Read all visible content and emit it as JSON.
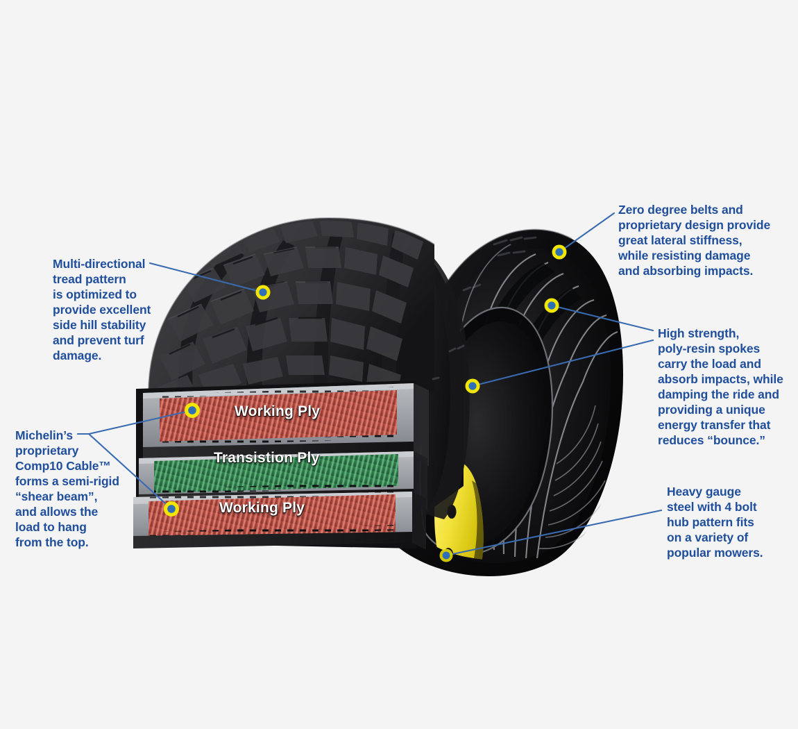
{
  "figure": {
    "subject": "Michelin Tweel airless radial tire cutaway",
    "background_color": "#f4f4f4",
    "text_color": "#1f4e9c",
    "marker_ring_color": "#f2e600",
    "marker_core_color": "#2f6fb5",
    "leader_line_color": "#3a6bb0"
  },
  "callouts": {
    "tread": {
      "id": "multi-directional-tread",
      "text": "Multi-directional\ntread pattern\nis optimized to\nprovide excellent\nside hill stability\nand prevent turf\ndamage."
    },
    "belts": {
      "id": "zero-degree-belts",
      "text": "Zero degree belts and\nproprietary design provide\ngreat lateral stiffness,\nwhile resisting damage\nand absorbing impacts."
    },
    "spokes": {
      "id": "poly-resin-spokes",
      "text": "High strength,\npoly-resin spokes\ncarry the load and\nabsorb impacts, while\ndamping the ride and\nproviding a unique\nenergy transfer that\nreduces “bounce.”"
    },
    "hub": {
      "id": "steel-hub",
      "text": "Heavy gauge\nsteel with 4 bolt\nhub pattern fits\non a variety of\npopular mowers."
    },
    "shear_beam": {
      "id": "comp10-cable-shear-beam",
      "text": "Michelin’s\nproprietary\nComp10 Cable™\nforms a semi-rigid\n“shear beam”,\nand allows the\nload to hang\nfrom the top."
    }
  },
  "ply_stack": {
    "layers": [
      {
        "id": "working-ply-top",
        "label": "Working Ply",
        "color": "#b0463c"
      },
      {
        "id": "transistion-ply",
        "label": "Transistion Ply",
        "color": "#2e7a4a"
      },
      {
        "id": "working-ply-bottom",
        "label": "Working Ply",
        "color": "#b0463c"
      }
    ]
  }
}
